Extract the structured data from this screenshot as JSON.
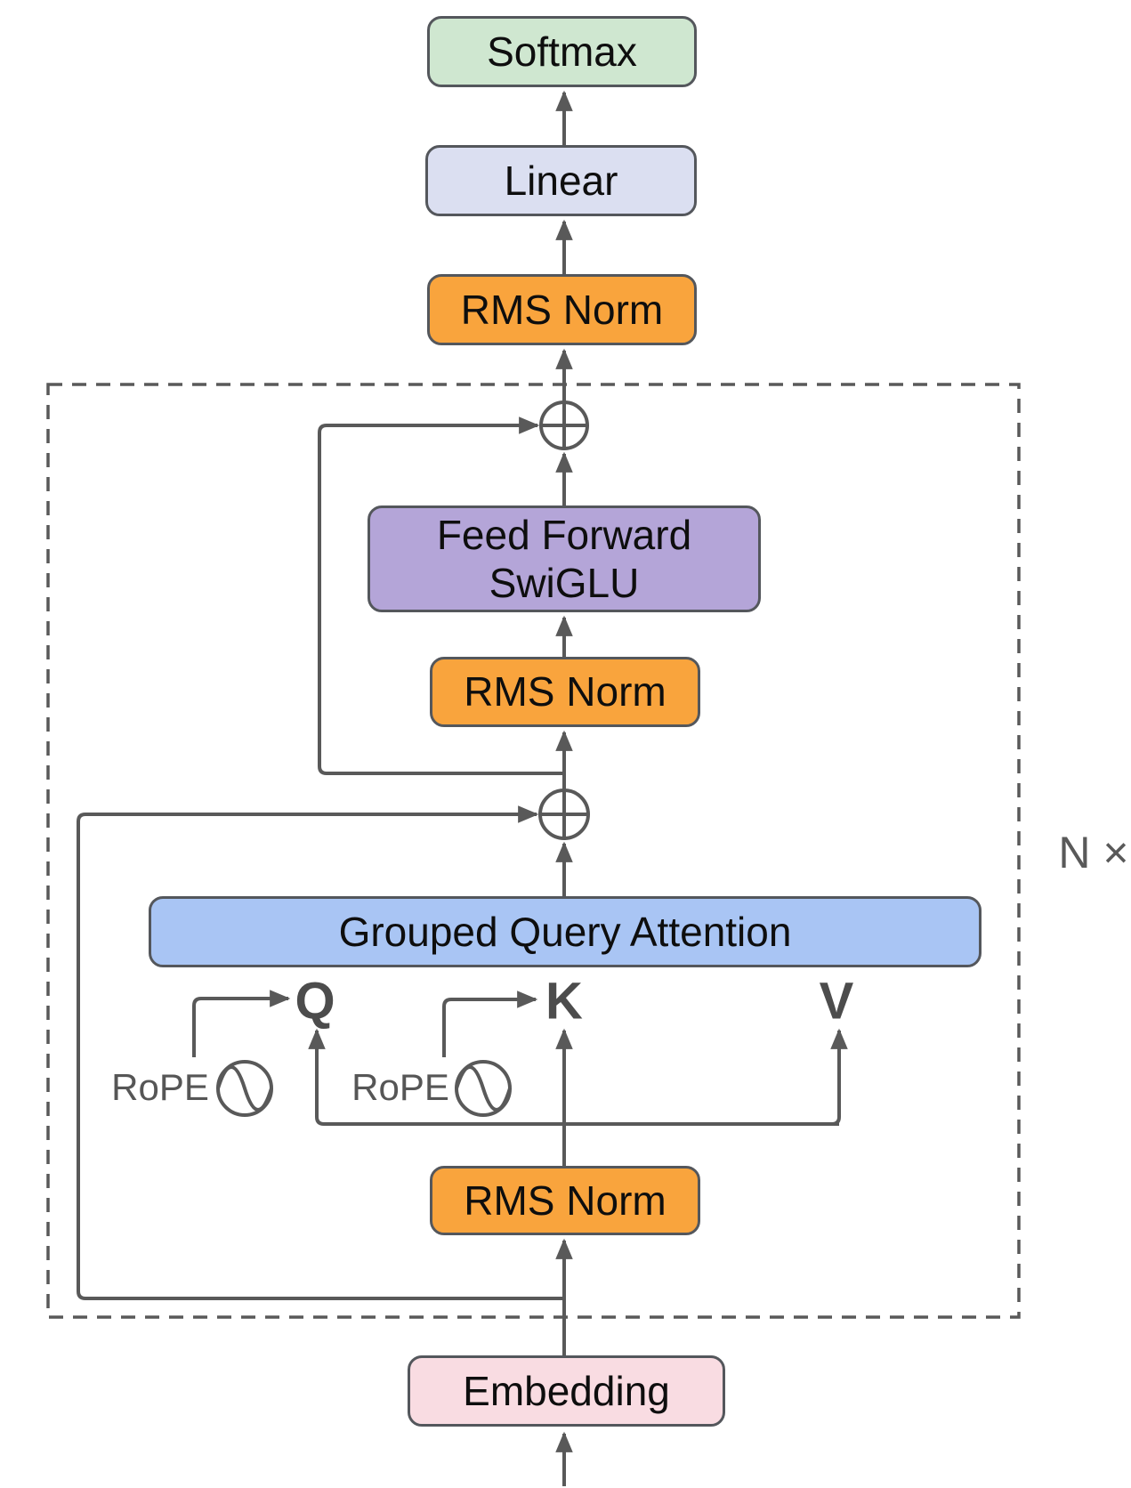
{
  "blocks": {
    "softmax": {
      "label": "Softmax"
    },
    "linear": {
      "label": "Linear"
    },
    "rms_norm_final": {
      "label": "RMS Norm"
    },
    "feed_forward": {
      "line1": "Feed Forward",
      "line2": "SwiGLU"
    },
    "rms_norm_ffn": {
      "label": "RMS Norm"
    },
    "attention": {
      "label": "Grouped Query Attention"
    },
    "rms_norm_attn": {
      "label": "RMS Norm"
    },
    "embedding": {
      "label": "Embedding"
    }
  },
  "labels": {
    "q": "Q",
    "k": "K",
    "v": "V",
    "rope_q": "RoPE",
    "rope_k": "RoPE",
    "repeat": "N ×"
  },
  "icons": {
    "residual_add": "plus-circle",
    "rope": "sine-wave-circle"
  },
  "colors": {
    "softmax": "#cfe7d0",
    "linear": "#dbdff1",
    "rms_norm": "#f9a43d",
    "feed_forward": "#b4a5d8",
    "attention": "#a9c5f4",
    "embedding": "#f9dce2",
    "stroke": "#595959",
    "border": "#54575c",
    "node_text": "#0e0e0e",
    "label_text": "#4c4c4c"
  }
}
